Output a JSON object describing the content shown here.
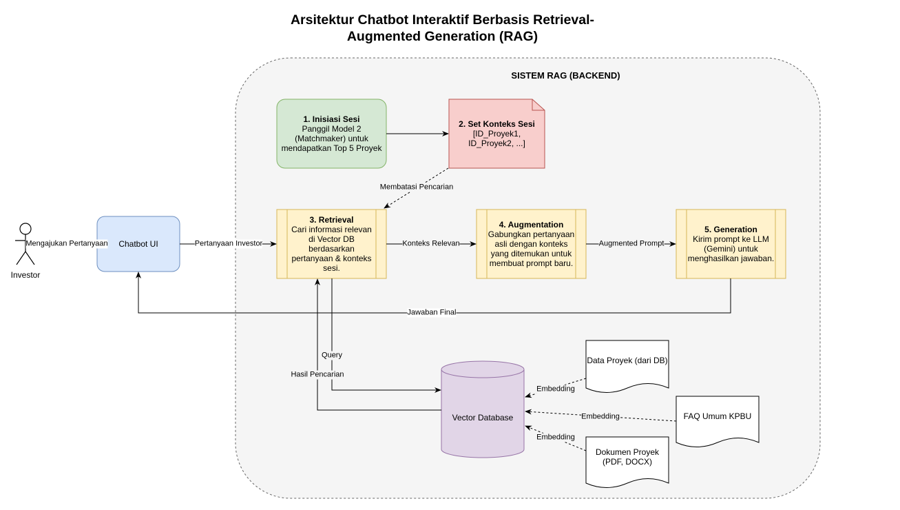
{
  "title": {
    "line1": "Arsitektur Chatbot Interaktif Berbasis Retrieval-",
    "line2": "Augmented Generation (RAG)"
  },
  "system": {
    "label": "SISTEM RAG (BACKEND)"
  },
  "actor": {
    "label": "Investor"
  },
  "nodes": {
    "chatbot_ui": {
      "label": "Chatbot UI",
      "color": "#dae8fc"
    },
    "init_session": {
      "title": "1. Inisiasi Sesi",
      "lines": [
        "Panggil Model 2",
        "(Matchmaker) untuk",
        "mendapatkan Top 5 Proyek"
      ],
      "color": "#d5e8d4"
    },
    "set_context": {
      "title": "2. Set Konteks Sesi",
      "lines": [
        "[ID_Proyek1,",
        "ID_Proyek2, ...]"
      ],
      "color": "#f8cecc"
    },
    "retrieval": {
      "title": "3. Retrieval",
      "lines": [
        "Cari informasi relevan",
        "di Vector DB",
        "berdasarkan",
        "pertanyaan & konteks",
        "sesi."
      ],
      "color": "#fff2cc"
    },
    "augmentation": {
      "title": "4. Augmentation",
      "lines": [
        "Gabungkan pertanyaan",
        "asli dengan konteks",
        "yang ditemukan untuk",
        "membuat prompt baru."
      ],
      "color": "#fff2cc"
    },
    "generation": {
      "title": "5. Generation",
      "lines": [
        "Kirim prompt ke LLM",
        "(Gemini) untuk",
        "menghasilkan jawaban."
      ],
      "color": "#fff2cc"
    },
    "vector_db": {
      "label": "Vector Database",
      "color": "#e1d5e7"
    },
    "data_proyek": {
      "label": "Data Proyek (dari DB)"
    },
    "faq": {
      "label": "FAQ Umum KPBU"
    },
    "dokumen": {
      "lines": [
        "Dokumen Proyek",
        "(PDF, DOCX)"
      ]
    }
  },
  "edges": {
    "ask": "Mengajukan Pertanyaan",
    "question": "Pertanyaan Investor",
    "limit": "Membatasi Pencarian",
    "context": "Konteks Relevan",
    "augmented": "Augmented Prompt",
    "final": "Jawaban Final",
    "query": "Query",
    "results": "Hasil Pencarian",
    "embedding1": "Embedding",
    "embedding2": "Embedding",
    "embedding3": "Embedding"
  }
}
